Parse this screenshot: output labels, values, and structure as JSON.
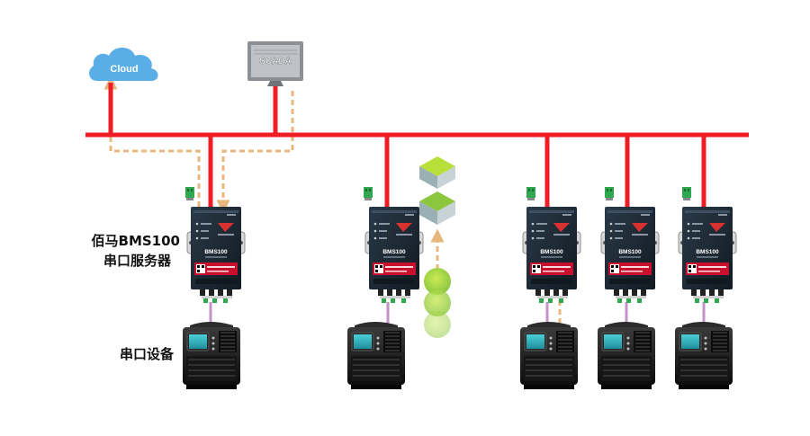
{
  "cloud": {
    "label": "Cloud"
  },
  "scada": {
    "label": "SCADA"
  },
  "device": {
    "model": "BMS100"
  },
  "labels": {
    "server_line1": "佰马BMS100",
    "server_line2": "串口服务器",
    "serial_device": "串口设备"
  },
  "colors": {
    "bus": "#ee1c25",
    "data_flow": "#e8b77e",
    "cloud": "#5aaee8",
    "rs485_cable": "#c392c7",
    "layer_green": "#8cc63f",
    "device_body": "#1e2a36"
  },
  "icons": [
    "cloud-icon",
    "scada-monitor-icon",
    "stack-layers-icon",
    "green-dots-icon",
    "serial-server-icon",
    "battery-tester-icon"
  ]
}
